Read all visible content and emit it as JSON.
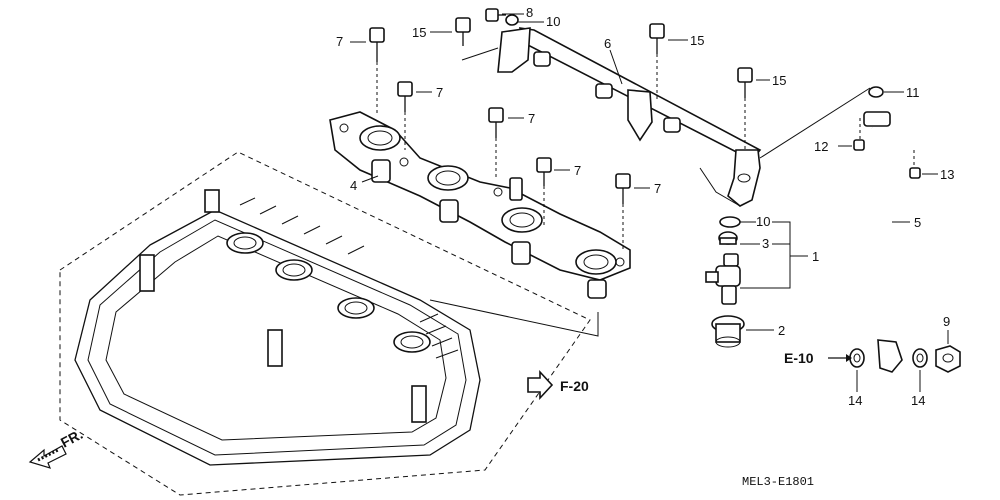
{
  "callouts": [
    {
      "id": "c1",
      "text": "1"
    },
    {
      "id": "c2",
      "text": "2"
    },
    {
      "id": "c3",
      "text": "3"
    },
    {
      "id": "c4",
      "text": "4"
    },
    {
      "id": "c5",
      "text": "5"
    },
    {
      "id": "c6",
      "text": "6"
    },
    {
      "id": "c7a",
      "text": "7"
    },
    {
      "id": "c7b",
      "text": "7"
    },
    {
      "id": "c7c",
      "text": "7"
    },
    {
      "id": "c7d",
      "text": "7"
    },
    {
      "id": "c7e",
      "text": "7"
    },
    {
      "id": "c8",
      "text": "8"
    },
    {
      "id": "c9",
      "text": "9"
    },
    {
      "id": "c10a",
      "text": "10"
    },
    {
      "id": "c10b",
      "text": "10"
    },
    {
      "id": "c11",
      "text": "11"
    },
    {
      "id": "c12",
      "text": "12"
    },
    {
      "id": "c13",
      "text": "13"
    },
    {
      "id": "c14a",
      "text": "14"
    },
    {
      "id": "c14b",
      "text": "14"
    },
    {
      "id": "c15a",
      "text": "15"
    },
    {
      "id": "c15b",
      "text": "15"
    },
    {
      "id": "c15c",
      "text": "15"
    }
  ],
  "references": {
    "e10": "E-10",
    "f20": "F-20",
    "front": "FR."
  },
  "diagram_code": "MEL3-E1801"
}
